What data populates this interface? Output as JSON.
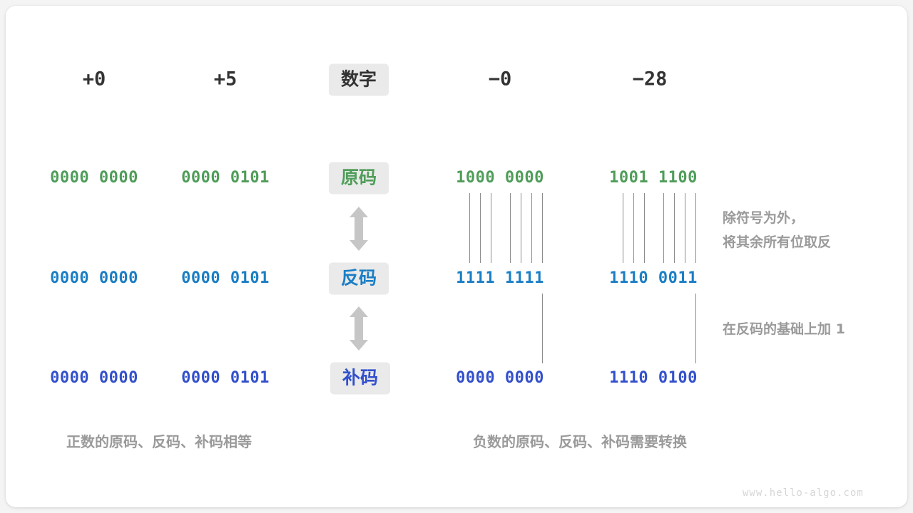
{
  "diagram": {
    "title_watermark": "www.hello-algo.com",
    "colors": {
      "sign_magnitude": "#4f9d59",
      "ones_complement": "#1b7ec4",
      "twos_complement": "#3350cc",
      "label_text": "#333333",
      "badge_bg": "#eaeaea",
      "note_text": "#9a9a9a",
      "line": "#8c8c8c",
      "arrow": "#c6c6c6",
      "card_bg": "#ffffff",
      "page_bg": "#f4f4f4"
    },
    "row_labels": {
      "number": "数字",
      "sign_magnitude": "原码",
      "ones_complement": "反码",
      "twos_complement": "补码"
    },
    "columns": [
      {
        "header": "+0",
        "sign_magnitude": "0000 0000",
        "ones_complement": "0000 0000",
        "twos_complement": "0000 0000"
      },
      {
        "header": "+5",
        "sign_magnitude": "0000 0101",
        "ones_complement": "0000 0101",
        "twos_complement": "0000 0101"
      },
      {
        "header": "−0",
        "sign_magnitude": "1000 0000",
        "ones_complement": "1111 1111",
        "twos_complement": "0000 0000"
      },
      {
        "header": "−28",
        "sign_magnitude": "1001 1100",
        "ones_complement": "1110 0011",
        "twos_complement": "1110 0100"
      }
    ],
    "annotations": {
      "invert_line1": "除符号为外，",
      "invert_line2": "将其余所有位取反",
      "plus_one": "在反码的基础上加 1"
    },
    "captions": {
      "positive": "正数的原码、反码、补码相等",
      "negative": "负数的原码、反码、补码需要转换"
    },
    "arrows": {
      "arrow_top": "double-headed-vertical-arrow",
      "arrow_bottom": "double-headed-vertical-arrow"
    }
  }
}
